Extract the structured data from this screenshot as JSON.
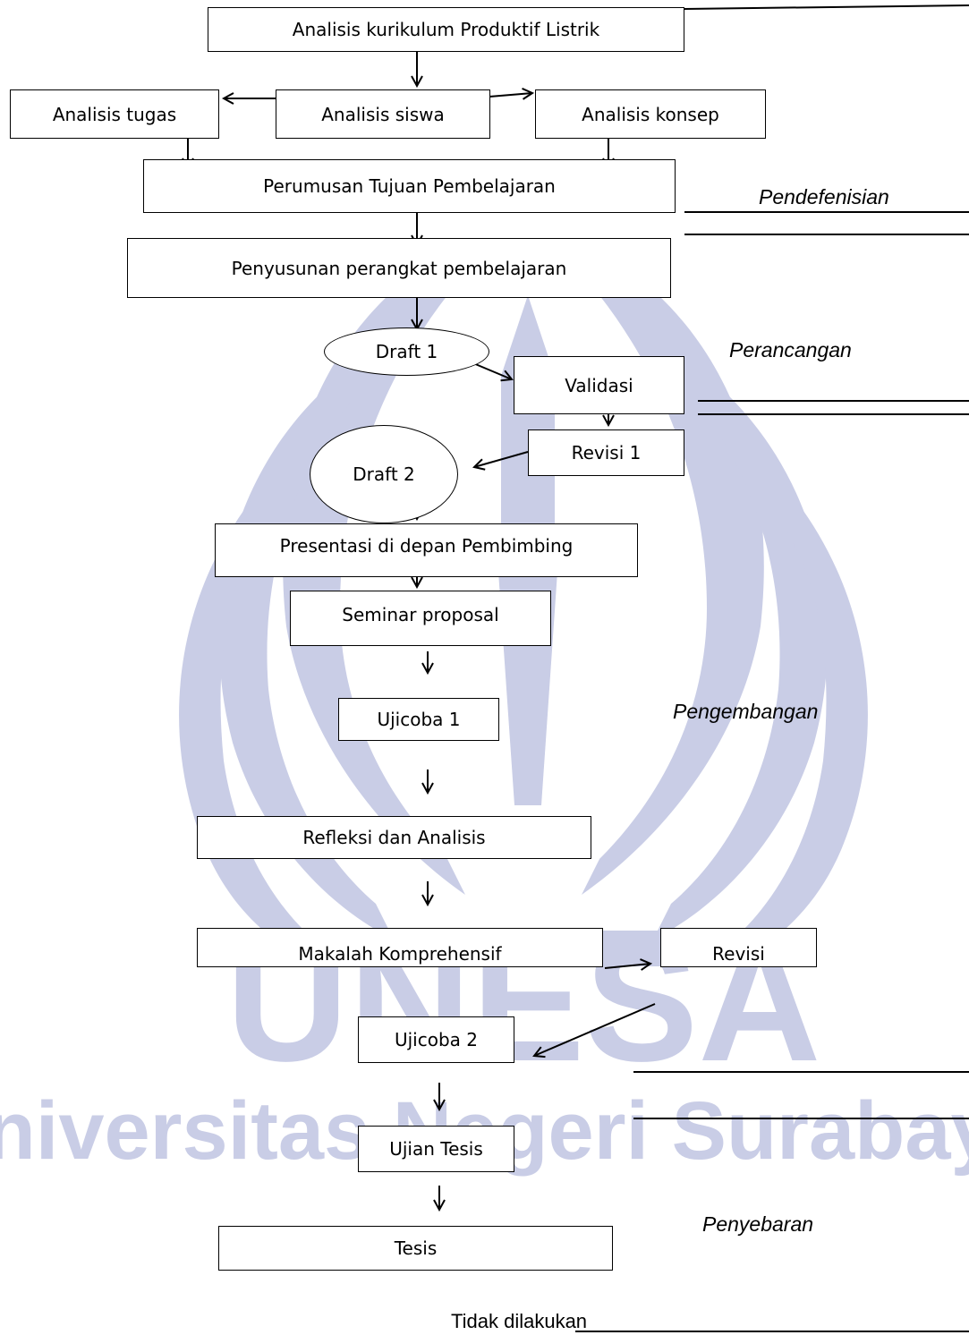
{
  "watermark": {
    "institution": "Universitas Negeri Surabaya",
    "acronym": "UNESA",
    "color": "#c9cde6"
  },
  "boxes": {
    "analisis_kurikulum": "Analisis kurikulum Produktif Listrik",
    "analisis_tugas": "Analisis tugas",
    "analisis_siswa": "Analisis siswa",
    "analisis_konsep": "Analisis konsep",
    "perumusan_tujuan": "Perumusan Tujuan Pembelajaran",
    "penyusunan_perangkat": "Penyusunan perangkat pembelajaran",
    "draft_1": "Draft 1",
    "validasi": "Validasi",
    "revisi_1": "Revisi 1",
    "draft_2": "Draft 2",
    "presentasi": "Presentasi di depan Pembimbing",
    "seminar_proposal": "Seminar proposal",
    "ujicoba_1": "Ujicoba 1",
    "refleksi": "Refleksi dan Analisis",
    "makalah": "Makalah Komprehensif",
    "revisi": "Revisi",
    "ujicoba_2": "Ujicoba 2",
    "ujian_tesis": "Ujian Tesis",
    "tesis": "Tesis"
  },
  "phases": {
    "pendefenisian": "Pendefenisian",
    "perancangan": "Perancangan",
    "pengembangan": "Pengembangan",
    "penyebaran": "Penyebaran"
  },
  "note": "Tidak dilakukan"
}
